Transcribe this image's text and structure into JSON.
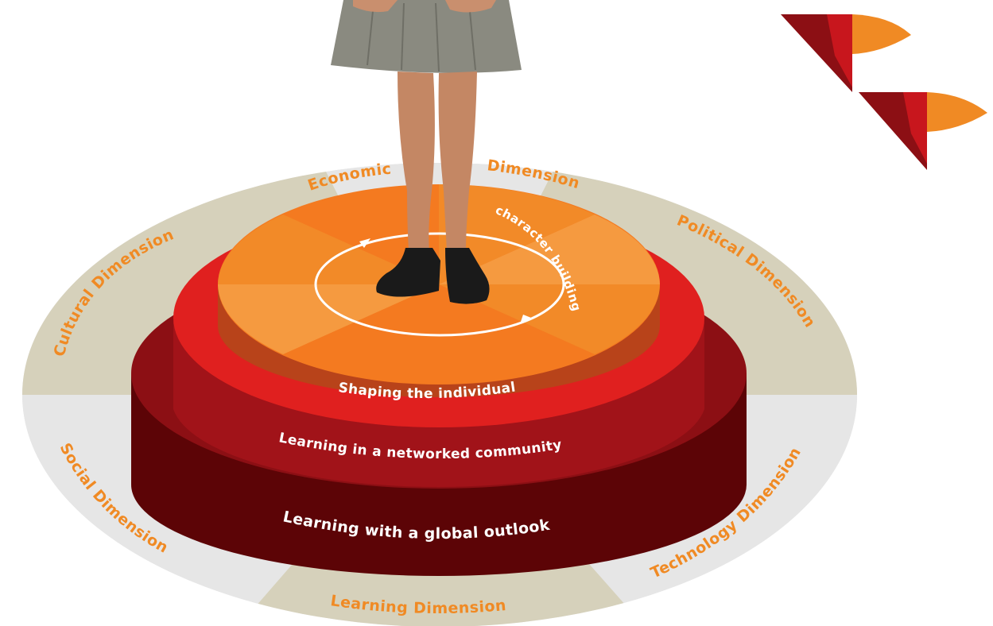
{
  "diagram": {
    "dimensions": {
      "economic": "Economic",
      "economic_dimension": "Dimension",
      "political": "Political Dimension",
      "technology": "Technology Dimension",
      "learning": "Learning Dimension",
      "social": "Social Dimension",
      "cultural": "Cultural Dimension"
    },
    "tiers": {
      "top": "Shaping the individual",
      "middle": "Learning in a networked community",
      "bottom": "Learning with a global outlook"
    },
    "cycle_label": "character building"
  },
  "colors": {
    "ring_beige": "#d6d1bb",
    "ring_grey": "#e6e6e6",
    "dimension_text": "#f08a24",
    "tier_top": "#f47a20",
    "tier_top_side": "#b8431a",
    "tier_middle": "#e0201f",
    "tier_middle_side": "#a11319",
    "tier_bottom": "#8c0f14",
    "tier_bottom_side": "#5c0406",
    "logo_red": "#c8161d",
    "logo_orange": "#f08a24"
  }
}
